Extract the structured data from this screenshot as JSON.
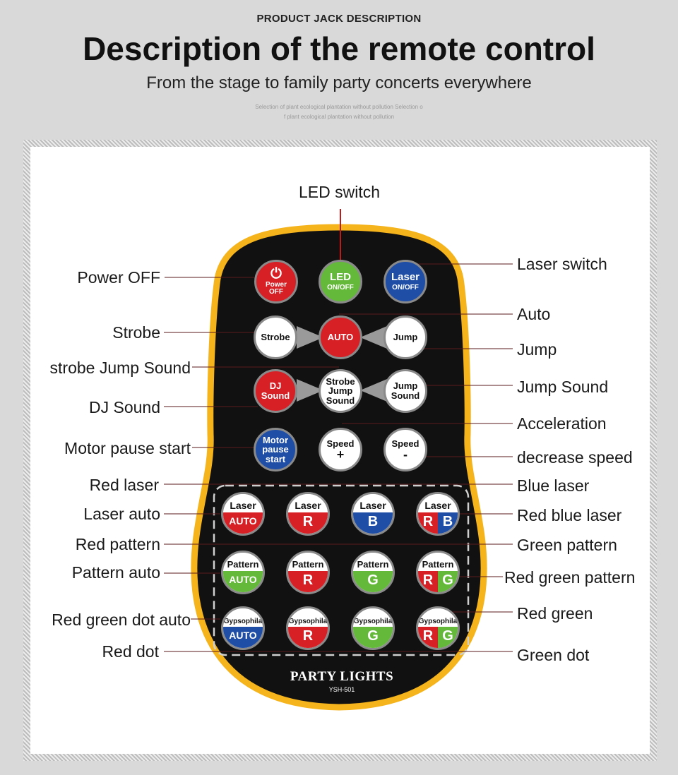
{
  "header": {
    "kicker": "PRODUCT JACK DESCRIPTION",
    "title": "Description of the remote control",
    "subtitle": "From the stage to family party concerts everywhere",
    "fine_line1": "Selection of plant ecological plantation without pollution Selection o",
    "fine_line2": "f plant ecological plantation without pollution"
  },
  "colors": {
    "remote_body": "#111111",
    "remote_border": "#f5b31c",
    "red": "#d71f26",
    "green": "#64b83a",
    "blue": "#1f4ea6"
  },
  "remote": {
    "brand": "PARTY LIGHTS",
    "model": "YSH-501",
    "buttons": {
      "power": {
        "icon": "power-icon",
        "line1": "Power",
        "line2": "OFF"
      },
      "led": {
        "line1": "LED",
        "line2": "ON/OFF"
      },
      "laser": {
        "line1": "Laser",
        "line2": "ON/OFF"
      },
      "strobe": "Strobe",
      "auto": "AUTO",
      "jump": "Jump",
      "dj_sound": {
        "line1": "DJ",
        "line2": "Sound"
      },
      "strobe_jump_sound": {
        "line1": "Strobe",
        "line2": "Jump",
        "line3": "Sound"
      },
      "jump_sound": {
        "line1": "Jump",
        "line2": "Sound"
      },
      "motor": {
        "line1": "Motor",
        "line2": "pause",
        "line3": "start"
      },
      "speed_up": {
        "line1": "Speed",
        "line2": "+"
      },
      "speed_down": {
        "line1": "Speed",
        "line2": "-"
      },
      "laser_row": {
        "top": "Laser",
        "auto": "AUTO",
        "r": "R",
        "b": "B",
        "rb_r": "R",
        "rb_b": "B"
      },
      "pattern_row": {
        "top": "Pattern",
        "auto": "AUTO",
        "r": "R",
        "g": "G",
        "rg_r": "R",
        "rg_g": "G"
      },
      "gyps_row": {
        "top": "Gypsophila",
        "auto": "AUTO",
        "r": "R",
        "g": "G",
        "rg_r": "R",
        "rg_g": "G"
      }
    }
  },
  "labels": {
    "led_switch": "LED switch",
    "power_off": "Power OFF",
    "laser_switch": "Laser switch",
    "auto": "Auto",
    "strobe": "Strobe",
    "jump": "Jump",
    "strobe_jump_sound": "strobe Jump Sound",
    "jump_sound": "Jump Sound",
    "dj_sound": "DJ Sound",
    "acceleration": "Acceleration",
    "motor": "Motor pause start",
    "decrease_speed": "decrease speed",
    "red_laser": "Red laser",
    "blue_laser": "Blue laser",
    "laser_auto": "Laser auto",
    "red_blue_laser": "Red blue laser",
    "red_pattern": "Red pattern",
    "green_pattern": "Green pattern",
    "pattern_auto": "Pattern auto",
    "red_green_pattern": "Red green pattern",
    "red_green_dot_auto": "Red green dot auto",
    "red_green": "Red green",
    "red_dot": "Red dot",
    "green_dot": "Green dot"
  }
}
